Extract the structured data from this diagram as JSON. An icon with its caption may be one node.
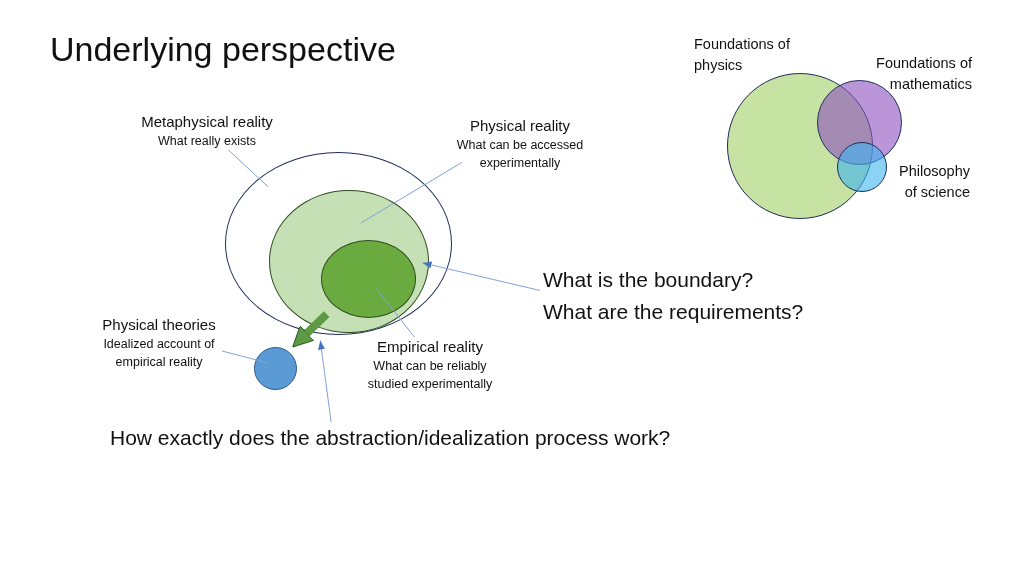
{
  "diagram": {
    "title": "Underlying perspective",
    "nodes": [
      {
        "text": [
          "Metaphysical reality",
          "What really exists"
        ]
      },
      {
        "text": [
          "Physical reality",
          "What can be accessed experimentally"
        ]
      },
      {
        "text": [],
        "shape": "ellipse"
      },
      {
        "text": [],
        "shape": "ellipse",
        "in": 2
      },
      {
        "text": [],
        "shape": "ellipse",
        "in": 3
      },
      {
        "text": [
          "Physical theories",
          "Idealized account of empirical reality"
        ]
      },
      {
        "text": [],
        "shape": "circle"
      },
      {
        "text": [
          "Empirical reality",
          "What can be reliably studied experimentally"
        ]
      },
      {
        "text": [
          "What is the boundary?",
          "What are the requirements?"
        ]
      },
      {
        "text": [
          "How exactly does the abstraction/idealization process work?"
        ]
      },
      {
        "text": [
          "Foundations of physics"
        ]
      },
      {
        "text": [
          "Foundations of mathematics"
        ]
      },
      {
        "text": [
          "Philosophy of science"
        ]
      }
    ],
    "edges": [
      {
        "from": 0,
        "to": 2,
        "arrow": "none"
      },
      {
        "from": 1,
        "to": 3,
        "arrow": "none"
      },
      {
        "from": 7,
        "to": 4,
        "arrow": "none"
      },
      {
        "from": 5,
        "to": 6,
        "arrow": "none"
      },
      {
        "from": 8,
        "to": 3,
        "arrow": "to"
      },
      {
        "from": 9,
        "to": 2,
        "arrow": "to"
      },
      {
        "from": 4,
        "to": 6,
        "arrow": "to",
        "style": "thick",
        "color": "#5e9a45"
      }
    ]
  }
}
